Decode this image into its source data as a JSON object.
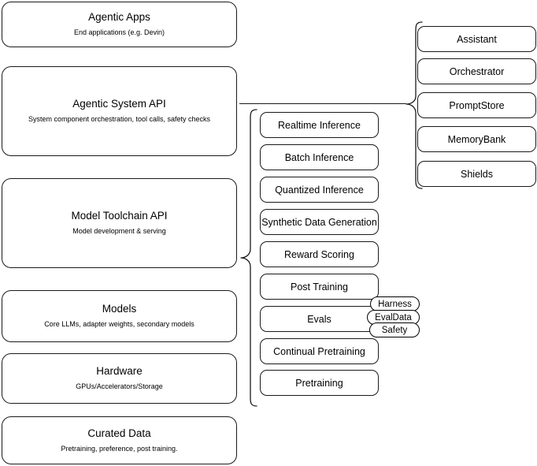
{
  "diagram": {
    "title": "Llama Stack layered architecture",
    "stroke_color": "#1a1a1a",
    "background_color": "#ffffff"
  },
  "layers": [
    {
      "id": "agentic-apps",
      "title": "Agentic Apps",
      "subtitle": "End applications (e.g. Devin)"
    },
    {
      "id": "agentic-system-api",
      "title": "Agentic System API",
      "subtitle": "System component orchestration, tool calls, safety checks"
    },
    {
      "id": "model-toolchain-api",
      "title": "Model Toolchain API",
      "subtitle": "Model development & serving"
    },
    {
      "id": "models",
      "title": "Models",
      "subtitle": "Core LLMs, adapter weights, secondary models"
    },
    {
      "id": "hardware",
      "title": "Hardware",
      "subtitle": "GPUs/Accelerators/Storage"
    },
    {
      "id": "curated-data",
      "title": "Curated Data",
      "subtitle": "Pretraining, preference, post training."
    }
  ],
  "toolchain_capabilities": [
    {
      "id": "realtime-inference",
      "label": "Realtime Inference"
    },
    {
      "id": "batch-inference",
      "label": "Batch Inference"
    },
    {
      "id": "quantized-inference",
      "label": "Quantized Inference"
    },
    {
      "id": "synthetic-data-generation",
      "label": "Synthetic Data Generation"
    },
    {
      "id": "reward-scoring",
      "label": "Reward Scoring"
    },
    {
      "id": "post-training",
      "label": "Post Training"
    },
    {
      "id": "evals",
      "label": "Evals"
    },
    {
      "id": "continual-pretraining",
      "label": "Continual Pretraining"
    },
    {
      "id": "pretraining",
      "label": "Pretraining"
    }
  ],
  "evals_tags": [
    {
      "id": "harness",
      "label": "Harness"
    },
    {
      "id": "evaldata",
      "label": "EvalData"
    },
    {
      "id": "safety",
      "label": "Safety"
    }
  ],
  "system_components": [
    {
      "id": "assistant",
      "label": "Assistant"
    },
    {
      "id": "orchestrator",
      "label": "Orchestrator"
    },
    {
      "id": "promptstore",
      "label": "PromptStore"
    },
    {
      "id": "memorybank",
      "label": "MemoryBank"
    },
    {
      "id": "shields",
      "label": "Shields"
    }
  ]
}
